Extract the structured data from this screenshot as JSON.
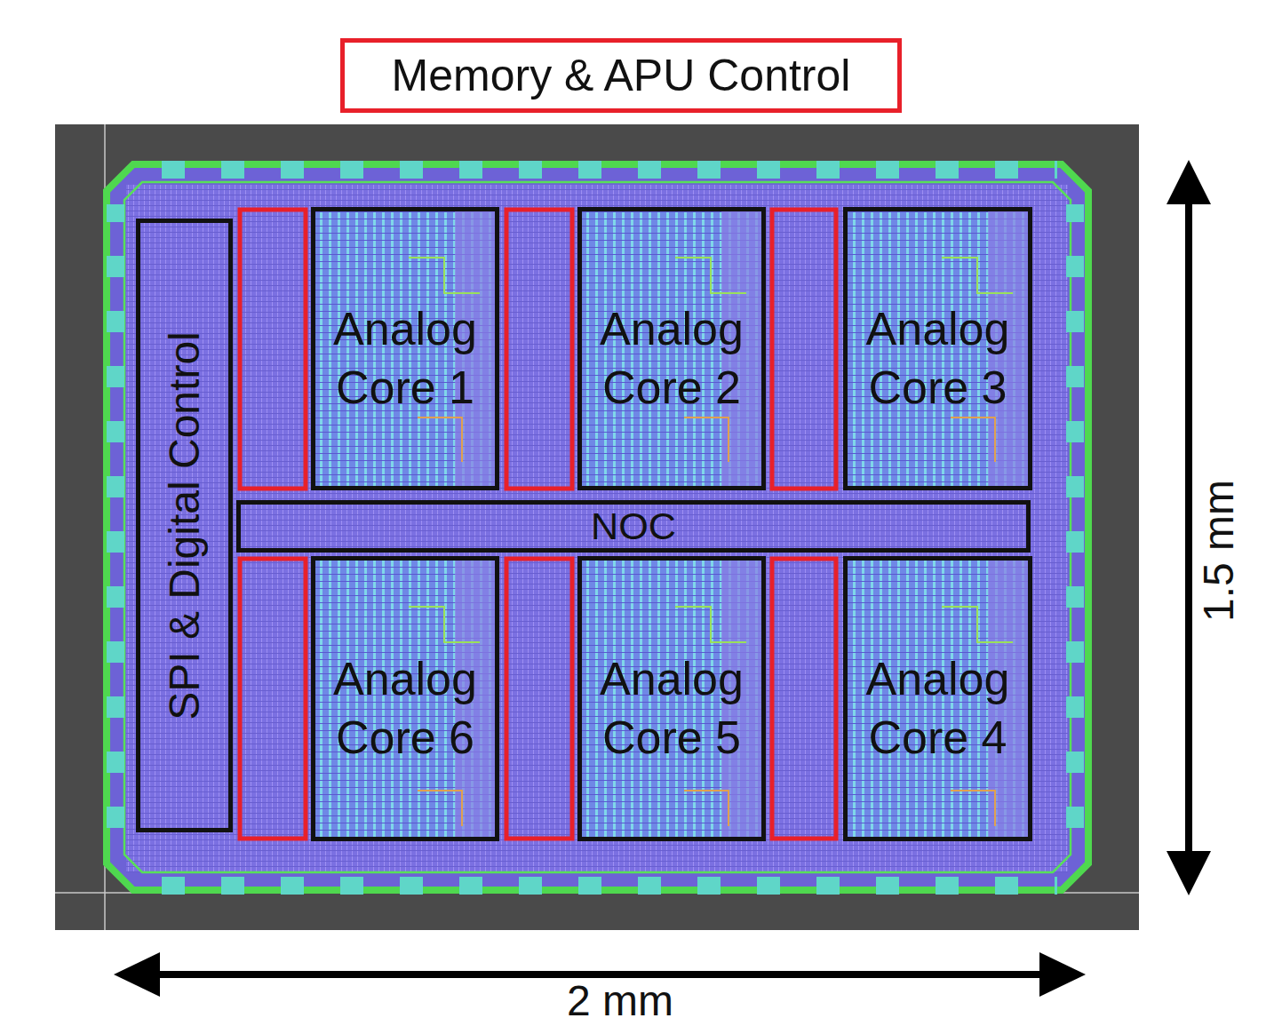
{
  "diagram": {
    "title": "Memory & APU Control",
    "nodes": [
      {
        "text": [
          "SPI & Digital Control"
        ]
      },
      {
        "text": [
          "Analog Core 1"
        ]
      },
      {
        "text": [
          "Analog Core 2"
        ]
      },
      {
        "text": [
          "Analog Core 3"
        ]
      },
      {
        "text": [
          "NOC"
        ]
      },
      {
        "text": [
          "Analog Core 6"
        ]
      },
      {
        "text": [
          "Analog Core 5"
        ]
      },
      {
        "text": [
          "Analog Core 4"
        ]
      }
    ],
    "labels": [
      "1.5 mm",
      "2 mm"
    ]
  }
}
